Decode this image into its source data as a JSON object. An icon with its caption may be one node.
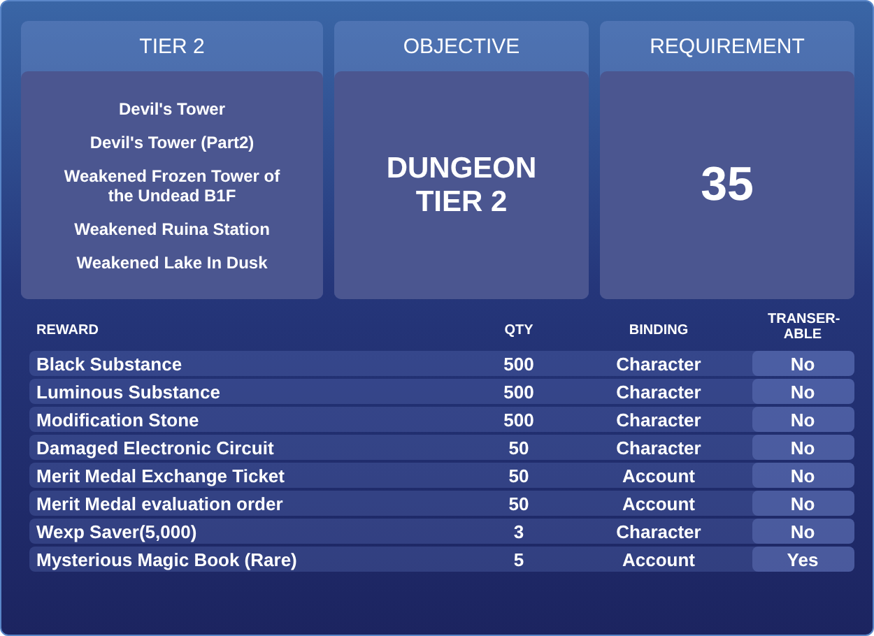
{
  "diagram": {
    "nodes": [
      {
        "text": [
          "TIER 2"
        ]
      },
      {
        "text": [
          "Devil's Tower",
          "Devil's Tower (Part2)",
          "Weakened Frozen Tower of the Undead B1F",
          "Weakened Ruina Station",
          "Weakened Lake In Dusk"
        ],
        "in": 0
      },
      {
        "text": [
          "OBJECTIVE"
        ]
      },
      {
        "text": [
          "DUNGEON TIER 2"
        ],
        "in": 2
      },
      {
        "text": [
          "REQUIREMENT"
        ]
      },
      {
        "text": [
          "35"
        ],
        "in": 4
      }
    ],
    "edges": [],
    "labels": [
      "REWARD",
      "QTY",
      "BINDING",
      "TRANSER- ABLE",
      "Black Substance",
      "500",
      "Character",
      "No",
      "Luminous Substance",
      "500",
      "Character",
      "No",
      "Modification Stone",
      "500",
      "Character",
      "No",
      "Damaged Electronic Circuit",
      "50",
      "Character",
      "No",
      "Merit Medal Exchange Ticket",
      "50",
      "Account",
      "No",
      "Merit Medal evaluation order",
      "50",
      "Account",
      "No",
      "Wexp Saver(5,000)",
      "3",
      "Character",
      "No",
      "Mysterious Magic Book (Rare)",
      "5",
      "Account",
      "Yes"
    ]
  }
}
